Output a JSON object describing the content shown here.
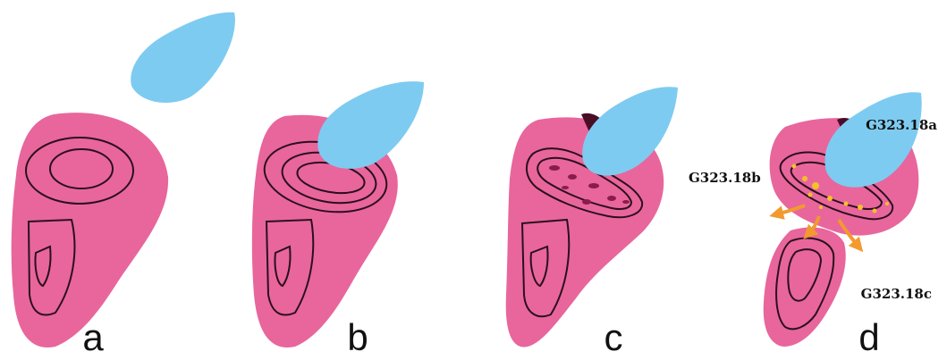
{
  "colors": {
    "magenta_blob": "#e8669c",
    "blue_impactor": "#7ecbf1",
    "contour_line": "#2b0f1e",
    "shadow": "#4a0d26",
    "sparks": "#f5c02b",
    "arrows": "#f29a2e",
    "background": "#ffffff"
  },
  "panels": [
    {
      "letter": "a"
    },
    {
      "letter": "b"
    },
    {
      "letter": "c"
    },
    {
      "letter": "d"
    }
  ],
  "callouts": {
    "impactor": "G323.18a",
    "upper_fragment": "G323.18b",
    "lower_fragment": "G323.18c"
  }
}
